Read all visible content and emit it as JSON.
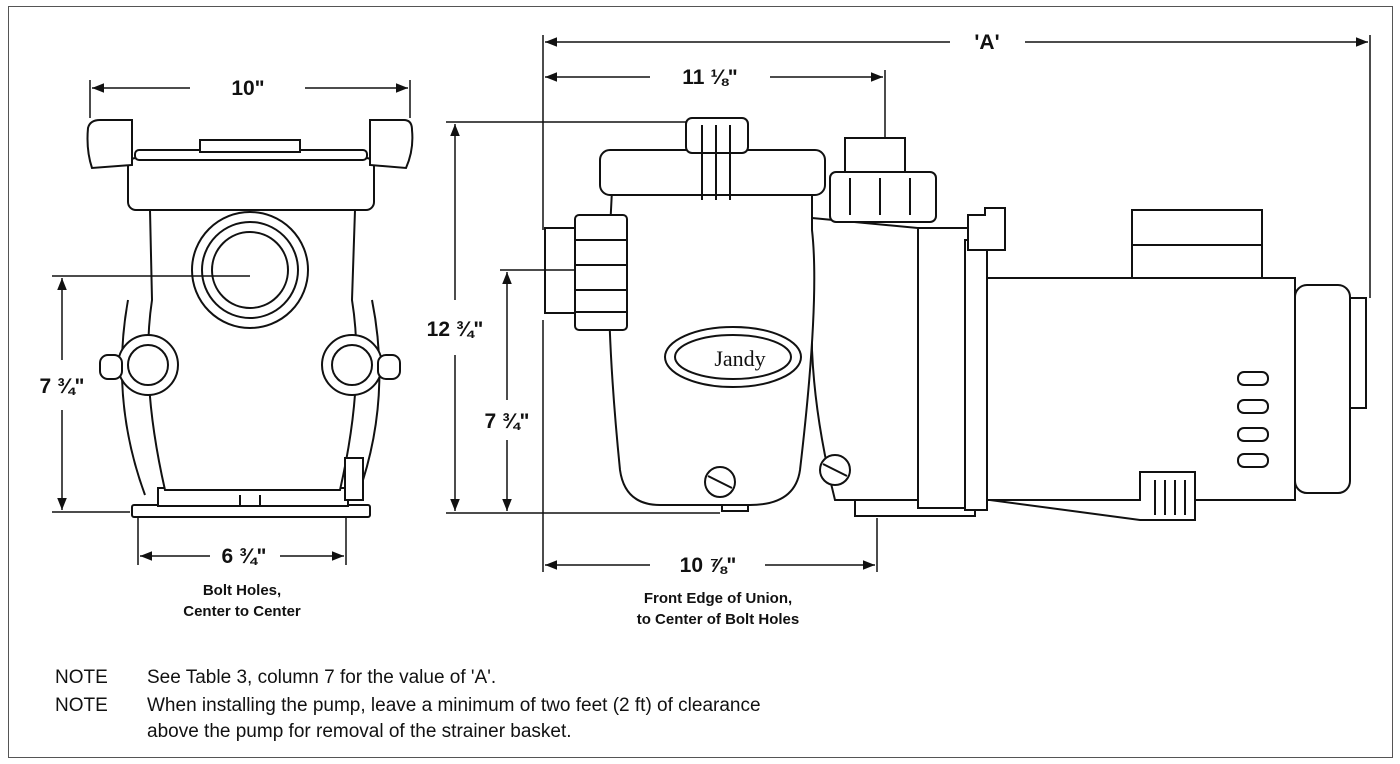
{
  "dimensions": {
    "front_width": "10\"",
    "front_height": "7 ¾\"",
    "bolt_spacing": "6 ¾\"",
    "overall_length": "'A'",
    "union_to_center": "11 ⅛\"",
    "side_total_height": "12 ¾\"",
    "side_inlet_height": "7 ¾\"",
    "union_to_bolts": "10 ⅞\""
  },
  "captions": {
    "bolt_holes_line1": "Bolt Holes,",
    "bolt_holes_line2": "Center to Center",
    "front_edge_line1": "Front Edge of Union,",
    "front_edge_line2": "to Center of Bolt Holes"
  },
  "brand_label": "Jandy",
  "notes": [
    {
      "tag": "NOTE",
      "text": "See Table 3, column 7 for the value of 'A'."
    },
    {
      "tag": "NOTE",
      "text": "When installing the pump, leave a minimum of two feet (2 ft) of clearance",
      "text2": "above the pump for removal of the strainer basket."
    }
  ]
}
